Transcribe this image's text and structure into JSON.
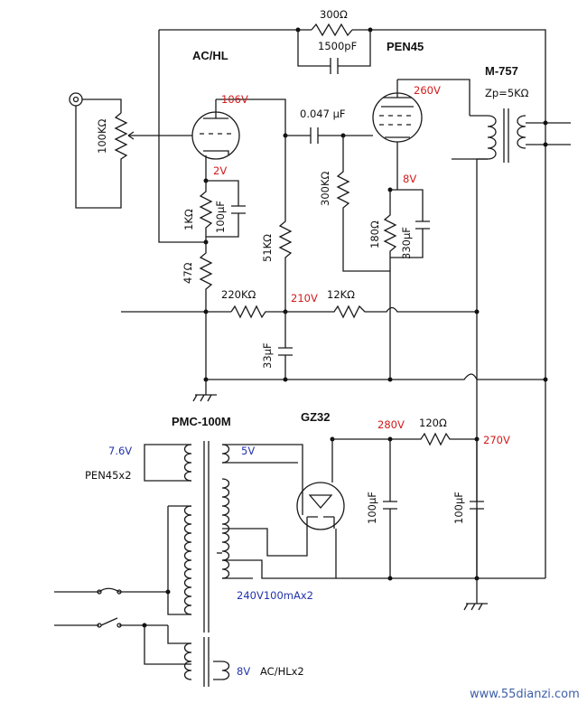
{
  "title_tube1": "AC/HL",
  "title_tube2": "PEN45",
  "output_transformer": "M-757",
  "impedance": "Zp=5KΩ",
  "power_transformer": "PMC-100M",
  "rectifier": "GZ32",
  "components": {
    "r_300": "300Ω",
    "c_1500p": "1500pF",
    "c_0047": "0.047 μF",
    "vr_100k": "100KΩ",
    "r_1k": "1KΩ",
    "c_100u_1": "100μF",
    "r_51k": "51KΩ",
    "r_47": "47Ω",
    "r_220k": "220KΩ",
    "r_12k": "12KΩ",
    "r_300k": "300KΩ",
    "r_180": "180Ω",
    "c_330u": "330μF",
    "c_33u": "33μF",
    "r_120": "120Ω",
    "c_100u_2": "100μF",
    "c_100u_3": "100μF"
  },
  "voltages": {
    "v106": "106V",
    "v2": "2V",
    "v260": "260V",
    "v8": "8V",
    "v210": "210V",
    "v280": "280V",
    "v270": "270V"
  },
  "windings": {
    "heater_pen": "7.6V",
    "heater_pen_note": "PEN45x2",
    "rect_heater": "5V",
    "ht": "240V100mAx2",
    "heater_ac": "8V",
    "heater_ac_note": "AC/HLx2"
  },
  "watermark": "www.55dianzi.com",
  "colors": {
    "red": "#d21a1a",
    "blue": "#2233aa",
    "wire": "#1a1a1a"
  }
}
